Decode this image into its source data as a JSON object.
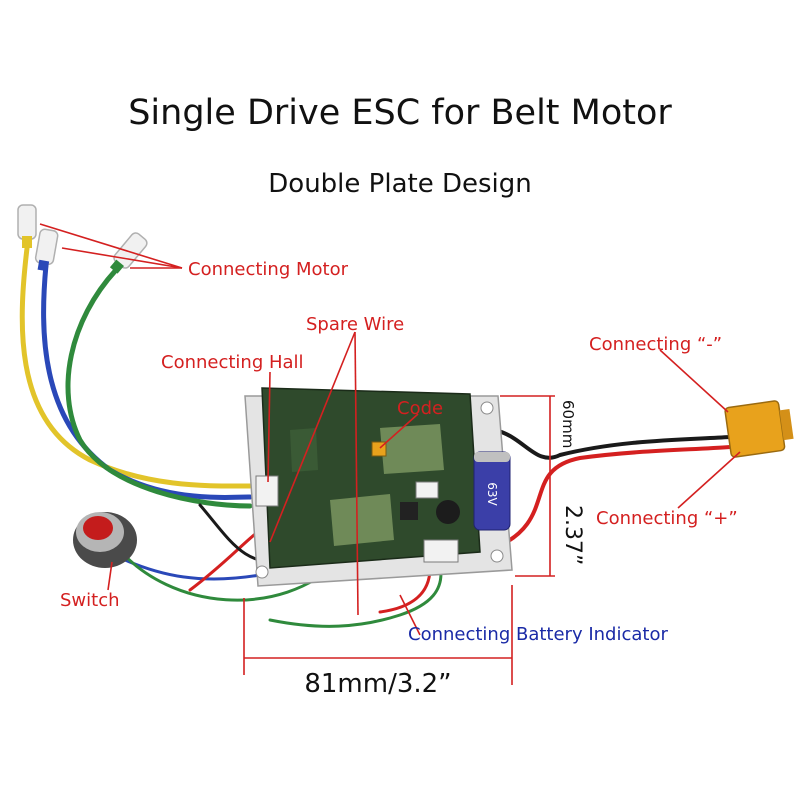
{
  "title": "Single Drive ESC for Belt Motor",
  "subtitle": "Double Plate Design",
  "labels": {
    "connecting_motor": "Connecting Motor",
    "spare_wire": "Spare Wire",
    "connecting_hall": "Connecting Hall",
    "code": "Code",
    "connecting_minus": "Connecting “-”",
    "connecting_plus": "Connecting “+”",
    "switch": "Switch",
    "connecting_battery_indicator": "Connecting Battery Indicator"
  },
  "dimensions": {
    "width": "81mm/3.2”",
    "height_mm": "60mm",
    "height_in": "2.37”"
  },
  "capacitor_text": "63V",
  "colors": {
    "label_red": "#d42020",
    "label_blue": "#1a2aa6",
    "pcb_green": "#2f4a2c",
    "connector_yellow": "#e8a21c"
  }
}
